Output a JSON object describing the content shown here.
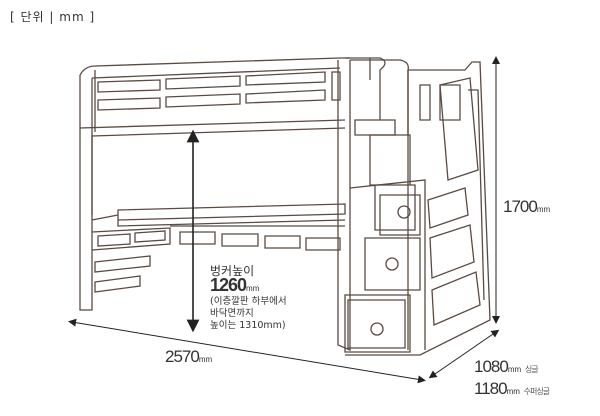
{
  "unit_label": "[ 단위  |  mm ]",
  "dimensions": {
    "width": {
      "value": "2570",
      "unit": "mm"
    },
    "height": {
      "value": "1700",
      "unit": "mm"
    },
    "depth_single": {
      "value": "1080",
      "unit": "mm",
      "label": "싱글"
    },
    "depth_super_single": {
      "value": "1180",
      "unit": "mm",
      "label": "수퍼싱글"
    },
    "bunk_height": {
      "title": "벙커높이",
      "value": "1260",
      "unit": "mm",
      "note": [
        "(이층깔판 하부에서",
        "바닥면까지",
        "높이는 1310mm)"
      ]
    }
  },
  "colors": {
    "line": "#5a4a42",
    "dim": "#333333"
  }
}
